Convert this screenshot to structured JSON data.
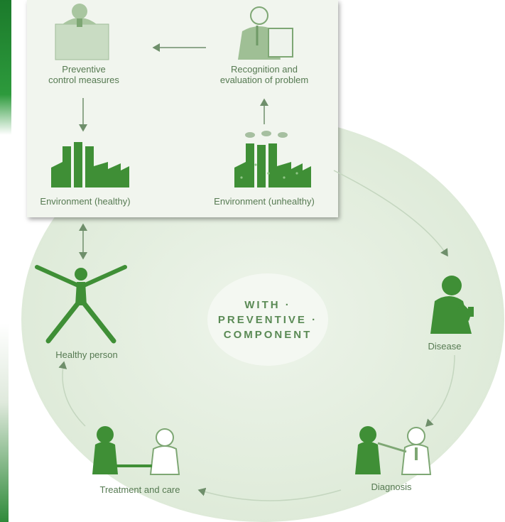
{
  "diagram": {
    "center": [
      "WITH ·",
      "PREVENTIVE ·",
      "COMPONENT"
    ],
    "nodes": {
      "preventive_control": [
        "Preventive",
        "control measures"
      ],
      "recognition": [
        "Recognition and",
        "evaluation of problem"
      ],
      "env_healthy": "Environment (healthy)",
      "env_unhealthy": "Environment (unhealthy)",
      "healthy_person": "Healthy person",
      "disease": "Disease",
      "diagnosis": "Diagnosis",
      "treatment": "Treatment and care"
    },
    "colors": {
      "icon_green": "#3f8f36",
      "label_green": "#567a52",
      "circle": "#e2eddd",
      "box": "#f1f5ee"
    }
  }
}
